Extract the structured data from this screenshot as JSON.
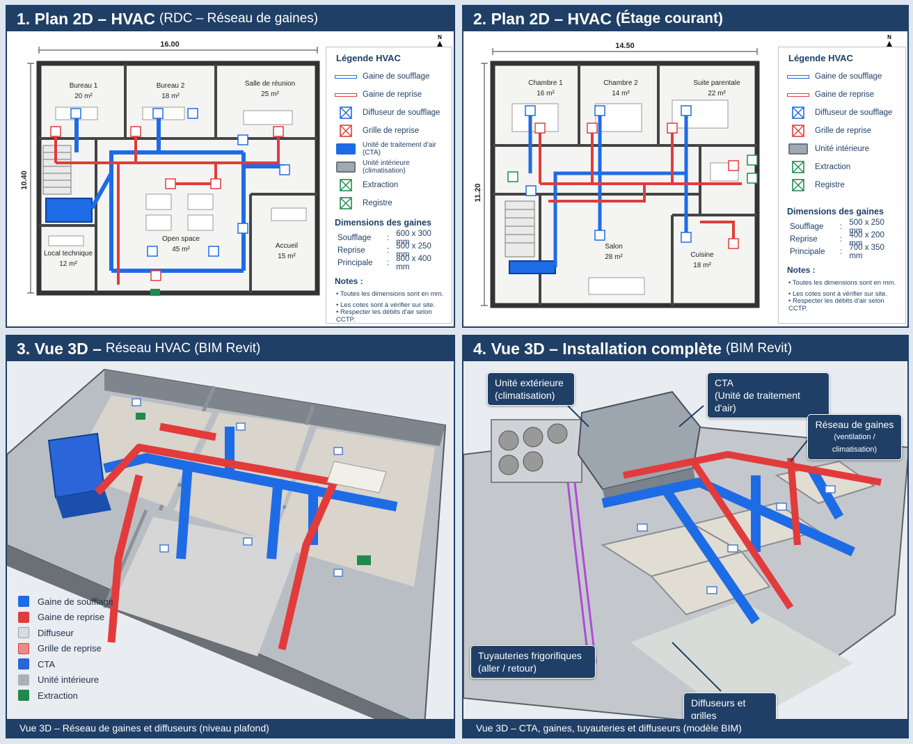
{
  "panels": [
    {
      "num_title": "1. Plan 2D – HVAC",
      "sub": "(RDC – Réseau de gaines)"
    },
    {
      "num_title": "2. Plan 2D – HVAC",
      "sub": "(Étage courant)"
    },
    {
      "num_title": "3. Vue 3D –",
      "sub": "Réseau HVAC (BIM Revit)"
    },
    {
      "num_title": "4. Vue 3D – Installation complète",
      "sub": "(BIM Revit)"
    }
  ],
  "plan1": {
    "dim_width": "16.00",
    "dim_height": "10.40",
    "north": "N",
    "rooms": [
      {
        "name": "Bureau 1",
        "area": "20 m²"
      },
      {
        "name": "Bureau 2",
        "area": "18 m²"
      },
      {
        "name": "Salle de réunion",
        "area": "25 m²"
      },
      {
        "name": "Open space",
        "area": "45 m²"
      },
      {
        "name": "Accueil",
        "area": "15 m²"
      },
      {
        "name": "Local technique",
        "area": "12 m²"
      }
    ],
    "legend_title": "Légende HVAC",
    "legend": [
      "Gaine de soufflage",
      "Gaine de reprise",
      "Diffuseur de soufflage",
      "Grille de reprise",
      "Unité de traitement d'air (CTA)",
      "Unité intérieure (climatisation)",
      "Extraction",
      "Registre"
    ],
    "dims_title": "Dimensions des gaines",
    "dims": [
      {
        "label": "Soufflage",
        "sep": ":",
        "value": "600 x 300 mm"
      },
      {
        "label": "Reprise",
        "sep": ":",
        "value": "500 x 250 mm"
      },
      {
        "label": "Principale",
        "sep": ":",
        "value": "800 x 400 mm"
      }
    ],
    "notes_title": "Notes :",
    "notes": [
      "• Toutes les dimensions sont en mm.",
      "• Les cotes sont à vérifier sur site.",
      "• Respecter les débits d'air selon CCTP."
    ]
  },
  "plan2": {
    "dim_width": "14.50",
    "dim_height": "11.20",
    "north": "N",
    "rooms": [
      {
        "name": "Chambre 1",
        "area": "16 m²"
      },
      {
        "name": "Chambre 2",
        "area": "14 m²"
      },
      {
        "name": "Suite parentale",
        "area": "22 m²"
      },
      {
        "name": "Salon",
        "area": "28 m²"
      },
      {
        "name": "Cuisine",
        "area": "18 m²"
      }
    ],
    "legend_title": "Légende HVAC",
    "legend": [
      "Gaine de soufflage",
      "Gaine de reprise",
      "Diffuseur de soufflage",
      "Grille de reprise",
      "Unité intérieure",
      "Extraction",
      "Registre"
    ],
    "dims_title": "Dimensions des gaines",
    "dims": [
      {
        "label": "Soufflage",
        "sep": ":",
        "value": "500 x 250 mm"
      },
      {
        "label": "Reprise",
        "sep": ":",
        "value": "400 x 200 mm"
      },
      {
        "label": "Principale",
        "sep": ":",
        "value": "700 x 350 mm"
      }
    ],
    "notes_title": "Notes :",
    "notes": [
      "• Toutes les dimensions sont en mm.",
      "• Les cotes sont à vérifier sur site.",
      "• Respecter les débits d'air selon CCTP."
    ]
  },
  "view3": {
    "legend": [
      {
        "label": "Gaine de soufflage",
        "color": "#1e6be6"
      },
      {
        "label": "Gaine de reprise",
        "color": "#e23b3b"
      },
      {
        "label": "Diffuseur",
        "color": "#d7dce2"
      },
      {
        "label": "Grille de reprise",
        "color": "#f08a8a"
      },
      {
        "label": "CTA",
        "color": "#2a66d9"
      },
      {
        "label": "Unité intérieure",
        "color": "#a8b0b9"
      },
      {
        "label": "Extraction",
        "color": "#1f8a4c"
      }
    ],
    "footer": "Vue 3D – Réseau de gaines et diffuseurs (niveau plafond)"
  },
  "view4": {
    "callouts": {
      "outdoor_1": "Unité extérieure",
      "outdoor_2": "(climatisation)",
      "cta_1": "CTA",
      "cta_2": "(Unité de traitement d'air)",
      "network_1": "Réseau de gaines",
      "network_2": "(ventilation / climatisation)",
      "pipes_1": "Tuyauteries frigorifiques",
      "pipes_2": "(aller / retour)",
      "diffusers": "Diffuseurs et grilles"
    },
    "footer": "Vue 3D – CTA, gaines, tuyauteries et diffuseurs (modèle BIM)"
  },
  "colors": {
    "supply": "#1e6be6",
    "return": "#e23b3b",
    "extract": "#1f8a4c",
    "frame": "#1f3f66"
  }
}
